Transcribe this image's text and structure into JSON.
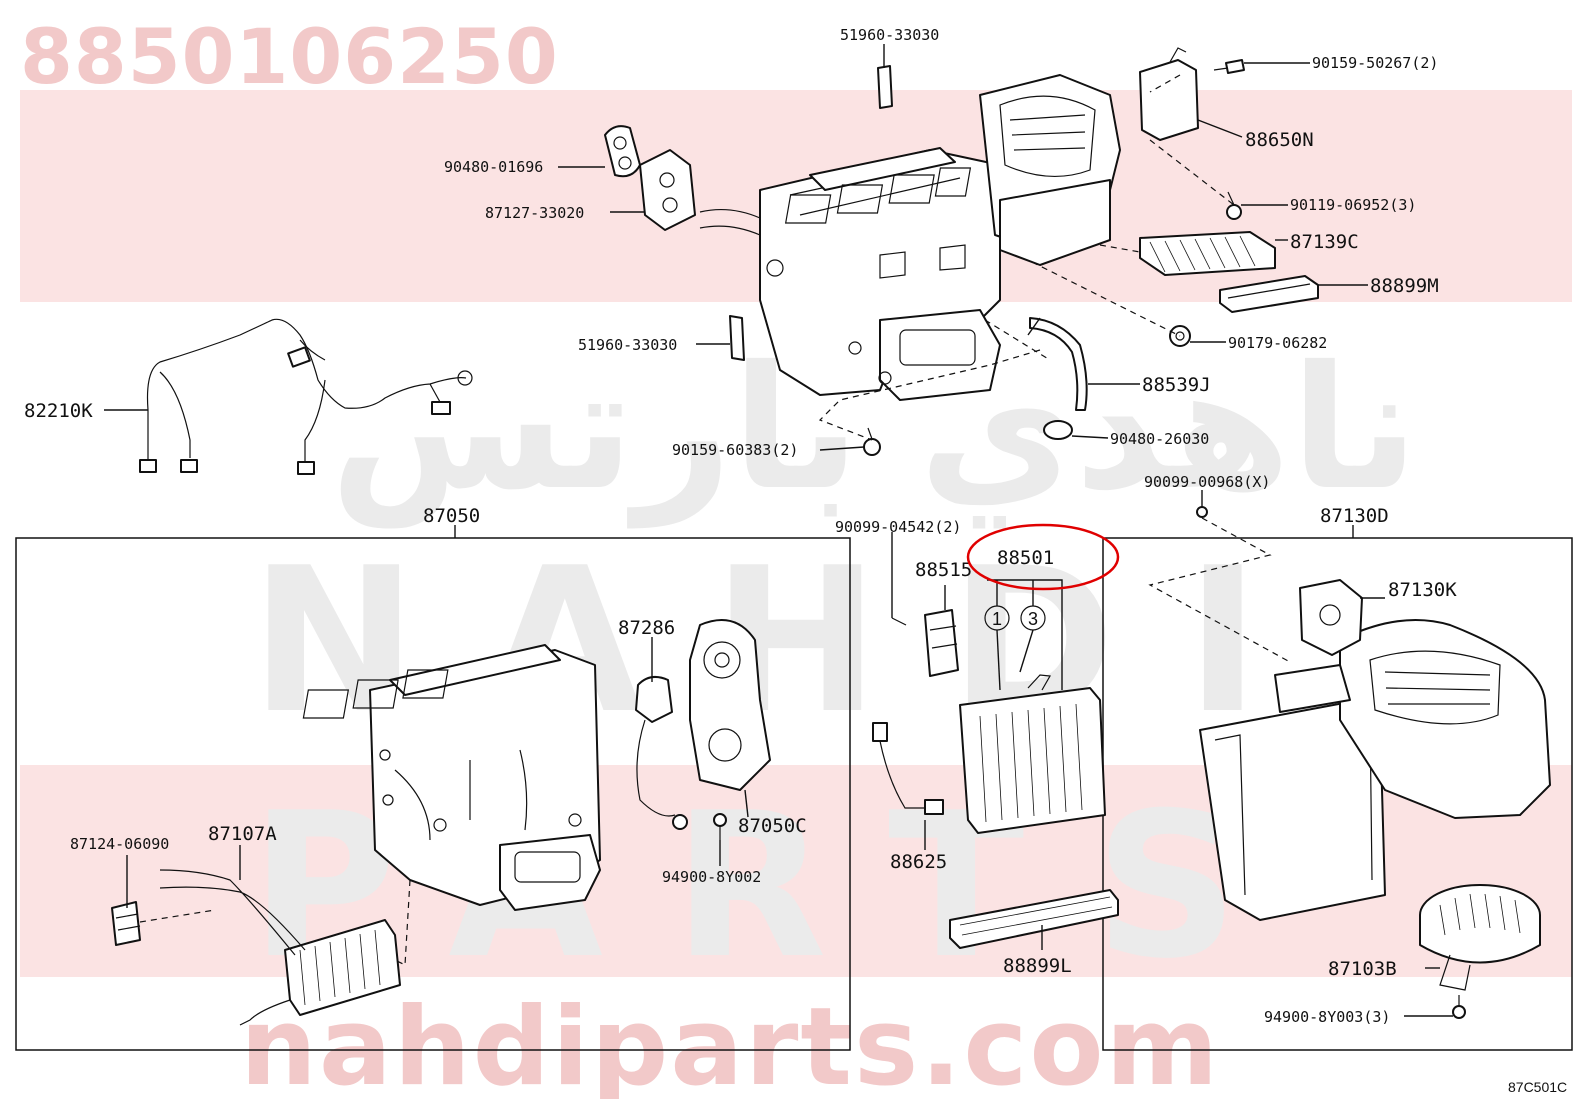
{
  "watermark": {
    "part_number": "8850106250",
    "arabic_text": "ناهدي بارتس",
    "nahdi_text": "NAHDI",
    "parts_text": "PARTS",
    "url": "nahdiparts.com",
    "text_color": "#f2c9c9",
    "band_color": "#fbe3e3",
    "big_text_color": "#ebebeb"
  },
  "highlight": {
    "target_part": "88501",
    "color": "#e00000"
  },
  "labels": {
    "p51960_33030_top": "51960-33030",
    "p90159_50267": "90159-50267(2)",
    "p88650N": "88650N",
    "p90480_01696": "90480-01696",
    "p87127_33020": "87127-33020",
    "p90119_06952": "90119-06952(3)",
    "p87139C": "87139C",
    "p88899M": "88899M",
    "p51960_33030_mid": "51960-33030",
    "p90179_06282": "90179-06282",
    "p82210K": "82210K",
    "p88539J": "88539J",
    "p90159_60383": "90159-60383(2)",
    "p90480_26030": "90480-26030",
    "p90099_00968": "90099-00968(X)",
    "p87050": "87050",
    "p87130D": "87130D",
    "p90099_04542": "90099-04542(2)",
    "p88501": "88501",
    "p88515": "88515",
    "p87130K": "87130K",
    "p87286": "87286",
    "p87050C": "87050C",
    "p87124_06090": "87124-06090",
    "p87107A": "87107A",
    "p94900_8Y002": "94900-8Y002",
    "p88625": "88625",
    "p88899L": "88899L",
    "p87103B": "87103B",
    "p94900_8Y003": "94900-8Y003(3)",
    "circle_1": "1",
    "circle_3": "3",
    "sheet_code": "87C501C"
  }
}
